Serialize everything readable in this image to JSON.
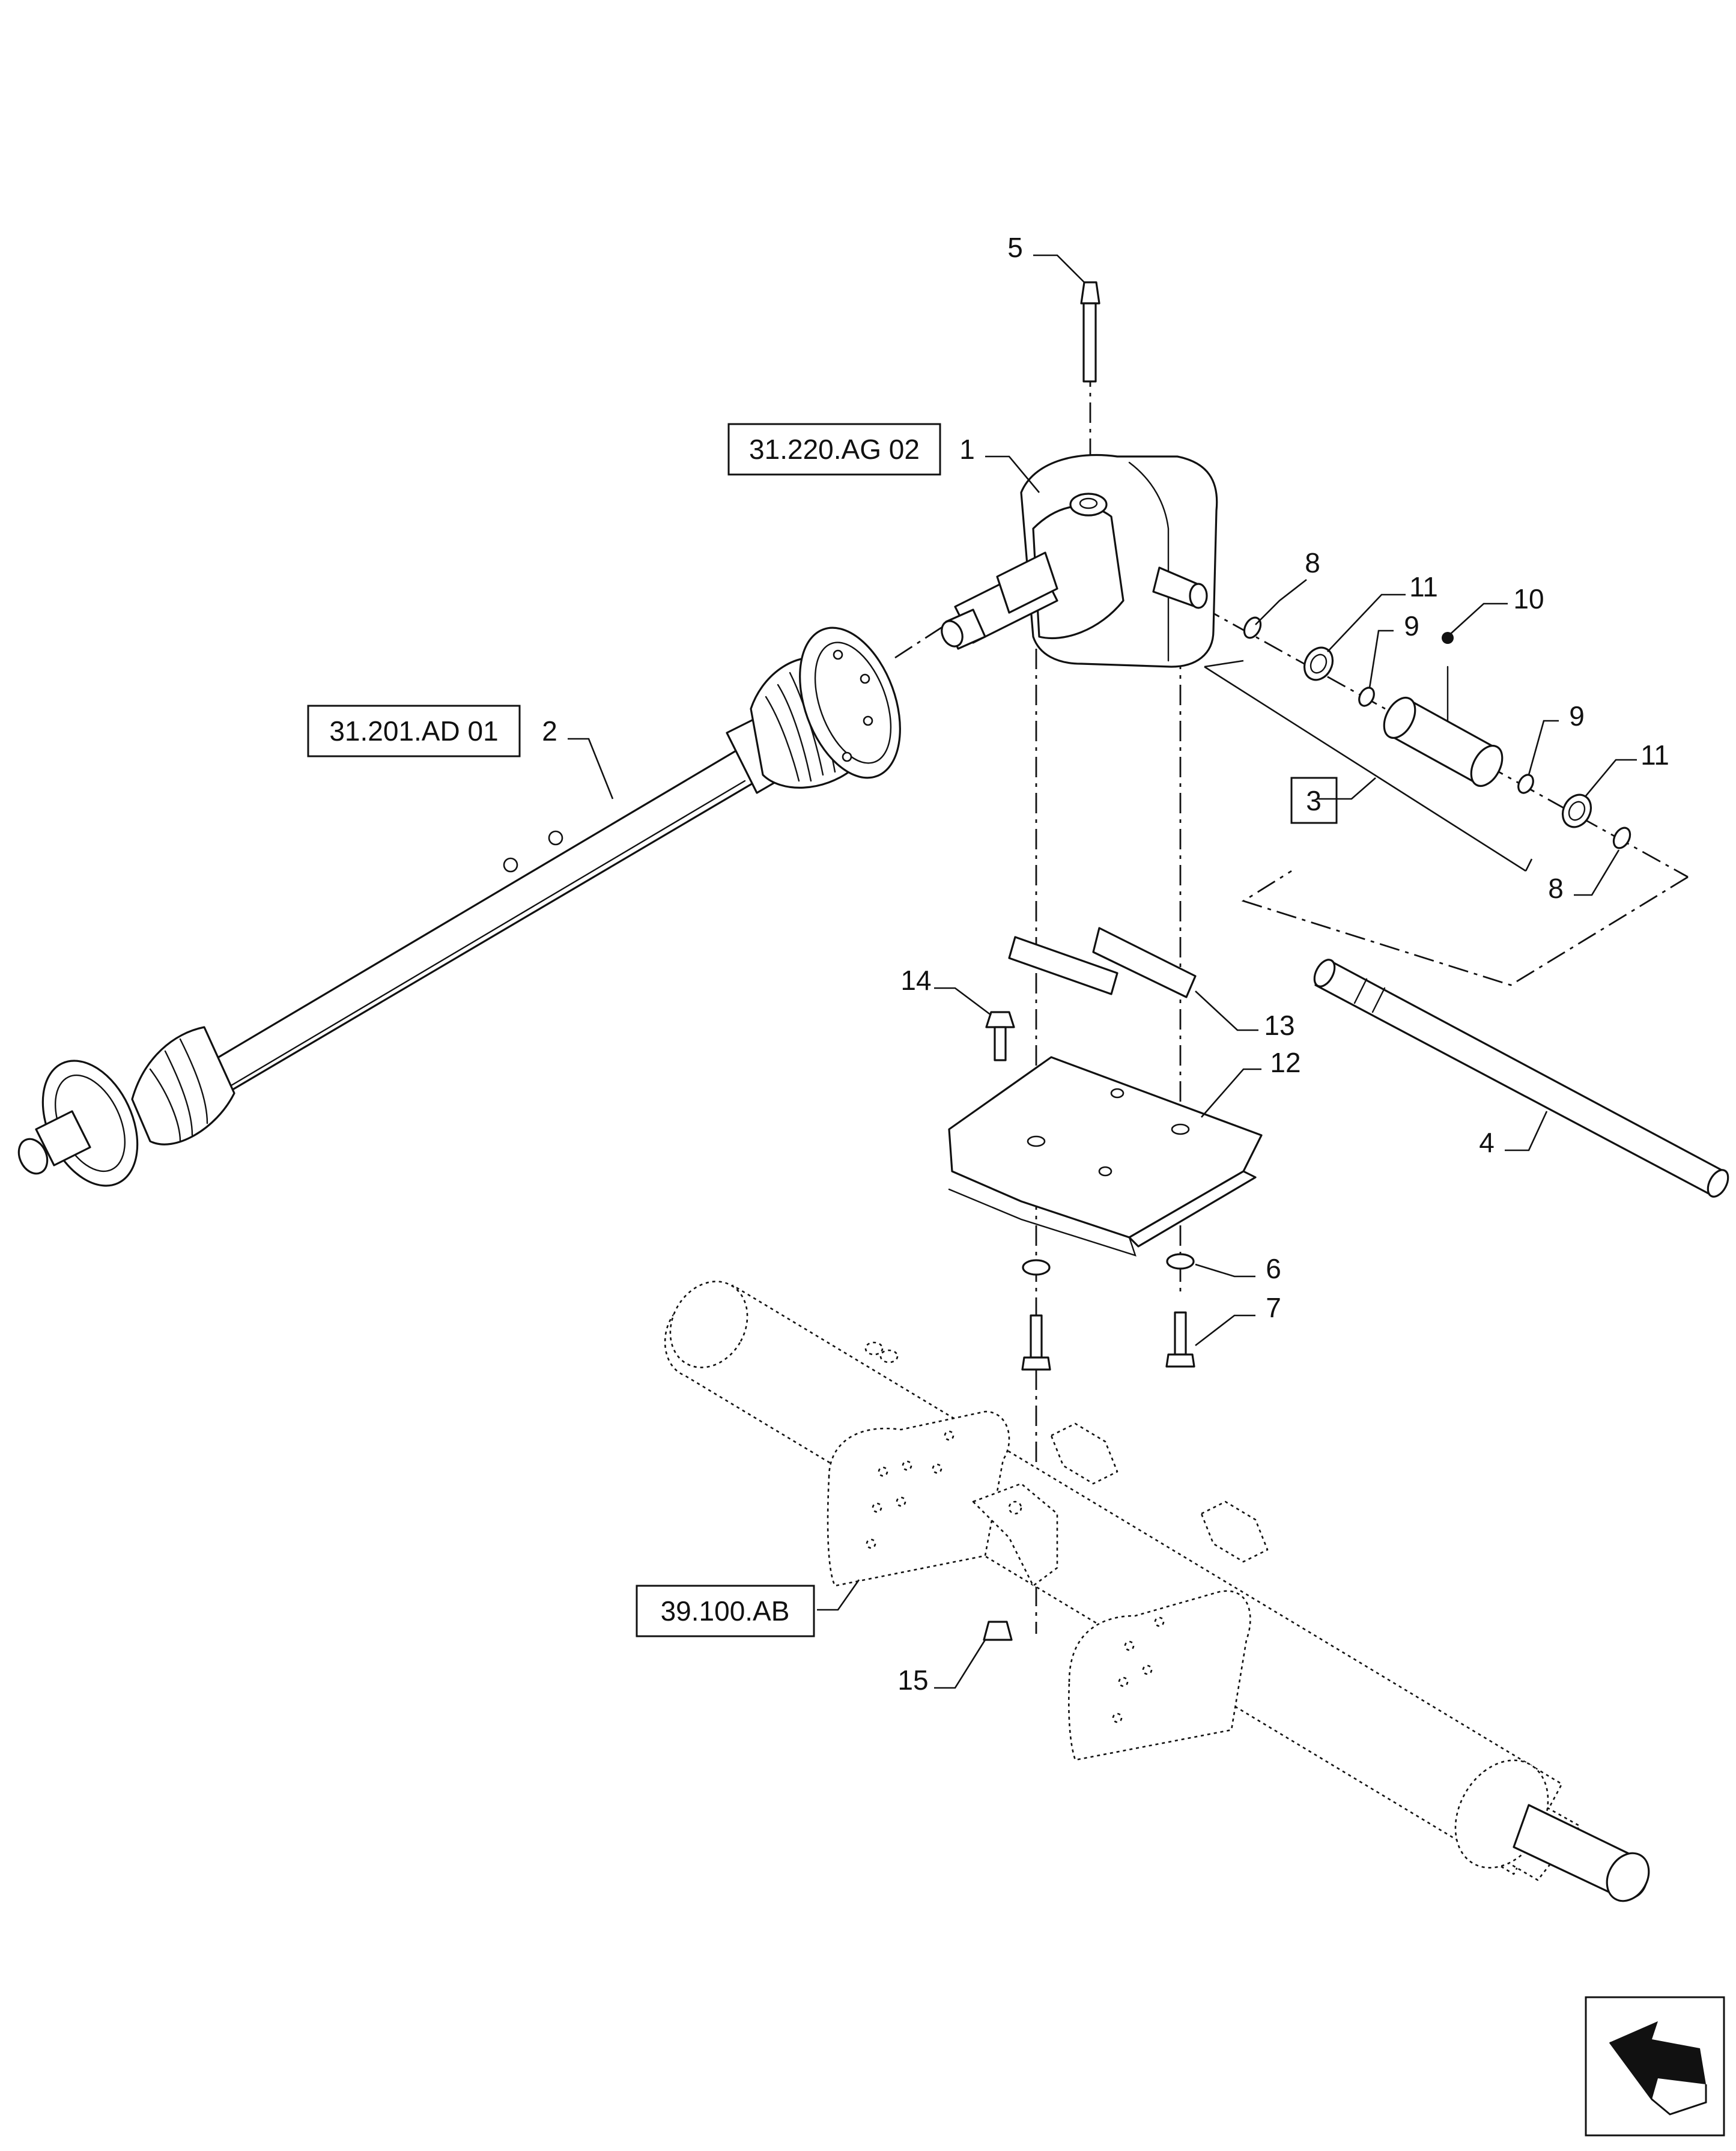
{
  "callouts": {
    "c1": "1",
    "c2": "2",
    "c3": "3",
    "c4": "4",
    "c5": "5",
    "c6": "6",
    "c7": "7",
    "c8a": "8",
    "c8b": "8",
    "c9a": "9",
    "c9b": "9",
    "c10": "10",
    "c11a": "11",
    "c11b": "11",
    "c12": "12",
    "c13": "13",
    "c14": "14",
    "c15": "15"
  },
  "references": {
    "gearbox": "31.220.AG 02",
    "driveshaft": "31.201.AD 01",
    "frame": "39.100.AB"
  },
  "icons": {
    "navigation": "back-arrow-icon"
  }
}
